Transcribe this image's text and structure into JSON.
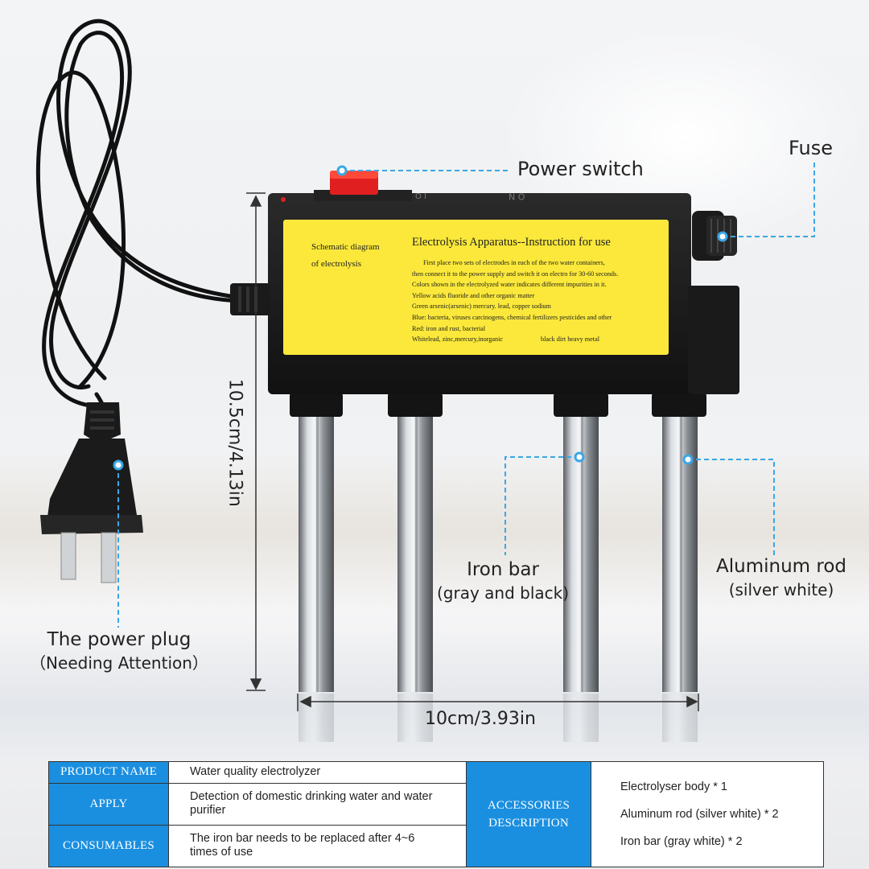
{
  "callouts": {
    "power_switch": "Power switch",
    "fuse": "Fuse",
    "power_plug": "The power plug",
    "power_plug_note": "（Needing Attention）",
    "iron_bar": "Iron bar",
    "iron_bar_note": "(gray and black)",
    "aluminum_rod": "Aluminum rod",
    "aluminum_rod_note": "(silver white)"
  },
  "dimensions": {
    "height": "10.5cm/4.13in",
    "width": "10cm/3.93in"
  },
  "device": {
    "switch_marking": "O  I",
    "top_marking": "O N"
  },
  "instruction_panel": {
    "schematic_title_line1": "Schematic diagram",
    "schematic_title_line2": "of electrolysis",
    "title": "Electrolysis Apparatus--Instruction for use",
    "lines": [
      "First place two sets of electrodes in each of the two water containers,",
      "then connect it to the power supply and switch it on electro for 30-60 seconds.",
      "Colors shown in the electrolyzed water indicates different impurities in it.",
      "Yellow acids fluoride and other organic matter",
      "Green arsenic(arsenic) mercury. lead, copper sodium",
      "Blue: bacteria, viruses carcinogens, chemical fertilizers pesticides and other",
      "Red: iron and rust, bacterial"
    ],
    "last_line_left": "Whitelead, zinc,mercury,inorganic",
    "last_line_right": "black dirt heavy metal"
  },
  "specs_table": {
    "rows": [
      {
        "header": "PRODUCT NAME",
        "value": "Water quality electrolyzer"
      },
      {
        "header": "APPLY",
        "value": "Detection of domestic drinking water and water purifier"
      },
      {
        "header": "CONSUMABLES",
        "value": "The iron bar needs to be replaced after 4~6 times of use"
      }
    ],
    "accessories_header_line1": "ACCESSORIES",
    "accessories_header_line2": "DESCRIPTION",
    "accessories": [
      "Electrolyser body * 1",
      "Aluminum rod (silver white) * 2",
      "Iron bar (gray white) * 2"
    ]
  },
  "colors": {
    "callout_line": "#3aa7e6",
    "table_header": "#1a8fe0",
    "panel_yellow": "#fbe83a",
    "switch_red": "#e02020",
    "device_body": "#1c1c1c"
  }
}
